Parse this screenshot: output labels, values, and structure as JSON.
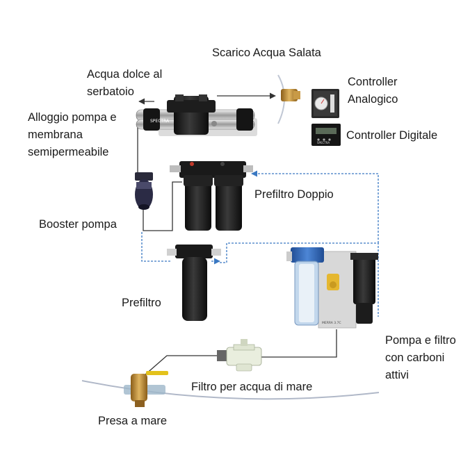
{
  "labels": {
    "brine_discharge": "Scarico Acqua Salata",
    "fresh_water": [
      "Acqua dolce al",
      "serbatoio"
    ],
    "pump_membrane": [
      "Alloggio pompa e",
      "membrana",
      "semipermeabile"
    ],
    "analog_controller": [
      "Controller",
      "Analogico"
    ],
    "digital_controller": "Controller Digitale",
    "dual_prefilter": "Prefiltro Doppio",
    "booster_pump": "Booster pompa",
    "prefilter": "Prefiltro",
    "pump_carbon_filter": [
      "Pompa e filtro",
      "con carboni",
      "attivi"
    ],
    "seawater_filter": "Filtro per acqua di mare",
    "sea_intake": "Presa a mare"
  },
  "device_text": {
    "membrane_brand": "SPECTRA",
    "digital_brand": "SPECTRA",
    "panel_text": "MERRA 3.7C"
  },
  "colors": {
    "line_solid": "#333333",
    "line_dashed": "#3a78c2",
    "housing_black": "#161616",
    "housing_blue": "#2f62b0",
    "panel_grey": "#d9d9d9",
    "brass": "#b8862e"
  }
}
